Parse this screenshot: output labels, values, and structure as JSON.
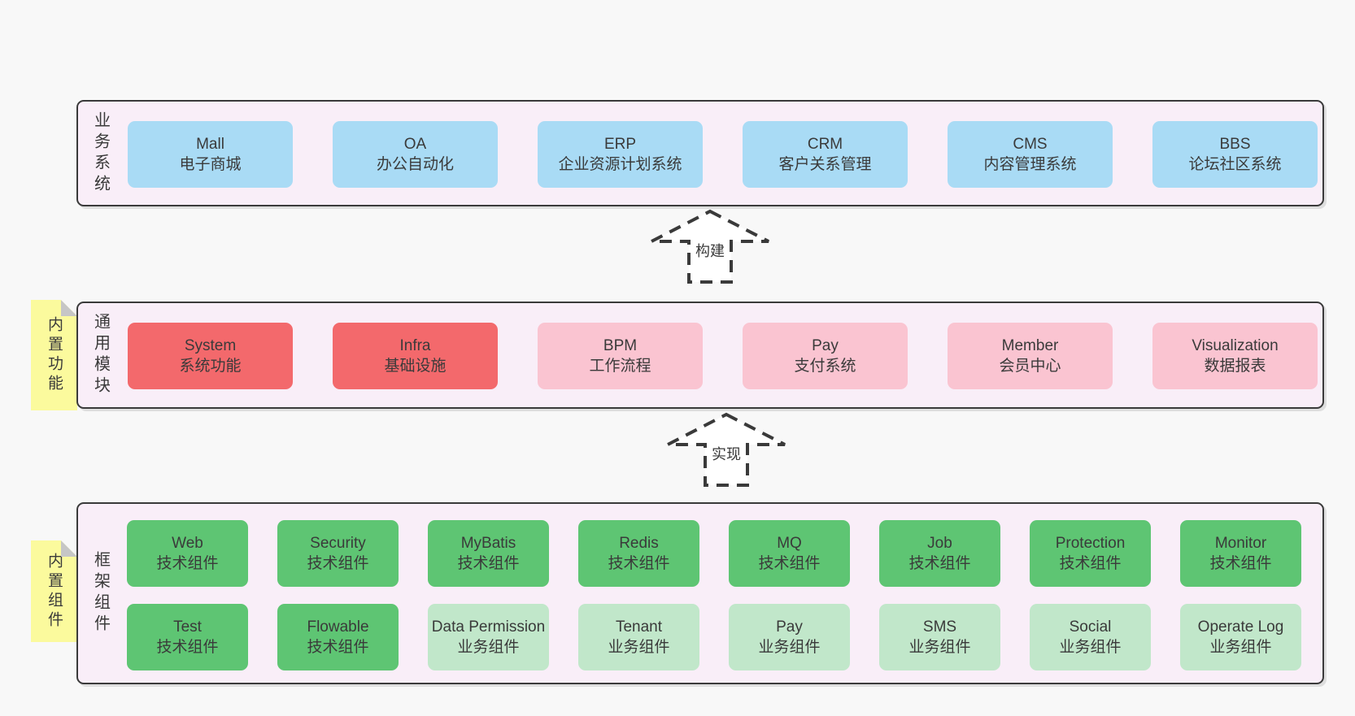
{
  "colors": {
    "page_bg": "#f8f8f8",
    "band_bg": "#f9eef8",
    "band_border": "#3a3a3a",
    "box_text": "#3a3a3a",
    "blue": "#a9dbf5",
    "red": "#f3696c",
    "pink": "#fac4d1",
    "green": "#5ec573",
    "lightgreen": "#c1e7ca",
    "note_yellow": "#fbfa9d",
    "note_fold": "#c6c6c6",
    "arrow_stroke": "#3a3a3a",
    "arrow_fill": "#ffffff"
  },
  "sections": {
    "business": {
      "label": "业务系统",
      "boxes": [
        {
          "title": "Mall",
          "subtitle": "电子商城",
          "variant": "blue"
        },
        {
          "title": "OA",
          "subtitle": "办公自动化",
          "variant": "blue"
        },
        {
          "title": "ERP",
          "subtitle": "企业资源计划系统",
          "variant": "blue"
        },
        {
          "title": "CRM",
          "subtitle": "客户关系管理",
          "variant": "blue"
        },
        {
          "title": "CMS",
          "subtitle": "内容管理系统",
          "variant": "blue"
        },
        {
          "title": "BBS",
          "subtitle": "论坛社区系统",
          "variant": "blue"
        }
      ]
    },
    "modules": {
      "label": "通用模块",
      "note": "内置功能",
      "boxes": [
        {
          "title": "System",
          "subtitle": "系统功能",
          "variant": "red"
        },
        {
          "title": "Infra",
          "subtitle": "基础设施",
          "variant": "red"
        },
        {
          "title": "BPM",
          "subtitle": "工作流程",
          "variant": "pink"
        },
        {
          "title": "Pay",
          "subtitle": "支付系统",
          "variant": "pink"
        },
        {
          "title": "Member",
          "subtitle": "会员中心",
          "variant": "pink"
        },
        {
          "title": "Visualization",
          "subtitle": "数据报表",
          "variant": "pink"
        }
      ]
    },
    "framework": {
      "label": "框架组件",
      "note": "内置组件",
      "row1": [
        {
          "title": "Web",
          "subtitle": "技术组件",
          "variant": "green"
        },
        {
          "title": "Security",
          "subtitle": "技术组件",
          "variant": "green"
        },
        {
          "title": "MyBatis",
          "subtitle": "技术组件",
          "variant": "green"
        },
        {
          "title": "Redis",
          "subtitle": "技术组件",
          "variant": "green"
        },
        {
          "title": "MQ",
          "subtitle": "技术组件",
          "variant": "green"
        },
        {
          "title": "Job",
          "subtitle": "技术组件",
          "variant": "green"
        },
        {
          "title": "Protection",
          "subtitle": "技术组件",
          "variant": "green"
        },
        {
          "title": "Monitor",
          "subtitle": "技术组件",
          "variant": "green"
        }
      ],
      "row2": [
        {
          "title": "Test",
          "subtitle": "技术组件",
          "variant": "green"
        },
        {
          "title": "Flowable",
          "subtitle": "技术组件",
          "variant": "green"
        },
        {
          "title": "Data Permission",
          "subtitle": "业务组件",
          "variant": "lightgreen"
        },
        {
          "title": "Tenant",
          "subtitle": "业务组件",
          "variant": "lightgreen"
        },
        {
          "title": "Pay",
          "subtitle": "业务组件",
          "variant": "lightgreen"
        },
        {
          "title": "SMS",
          "subtitle": "业务组件",
          "variant": "lightgreen"
        },
        {
          "title": "Social",
          "subtitle": "业务组件",
          "variant": "lightgreen"
        },
        {
          "title": "Operate Log",
          "subtitle": "业务组件",
          "variant": "lightgreen"
        }
      ]
    }
  },
  "arrows": {
    "build": {
      "label": "构建"
    },
    "implement": {
      "label": "实现"
    }
  }
}
